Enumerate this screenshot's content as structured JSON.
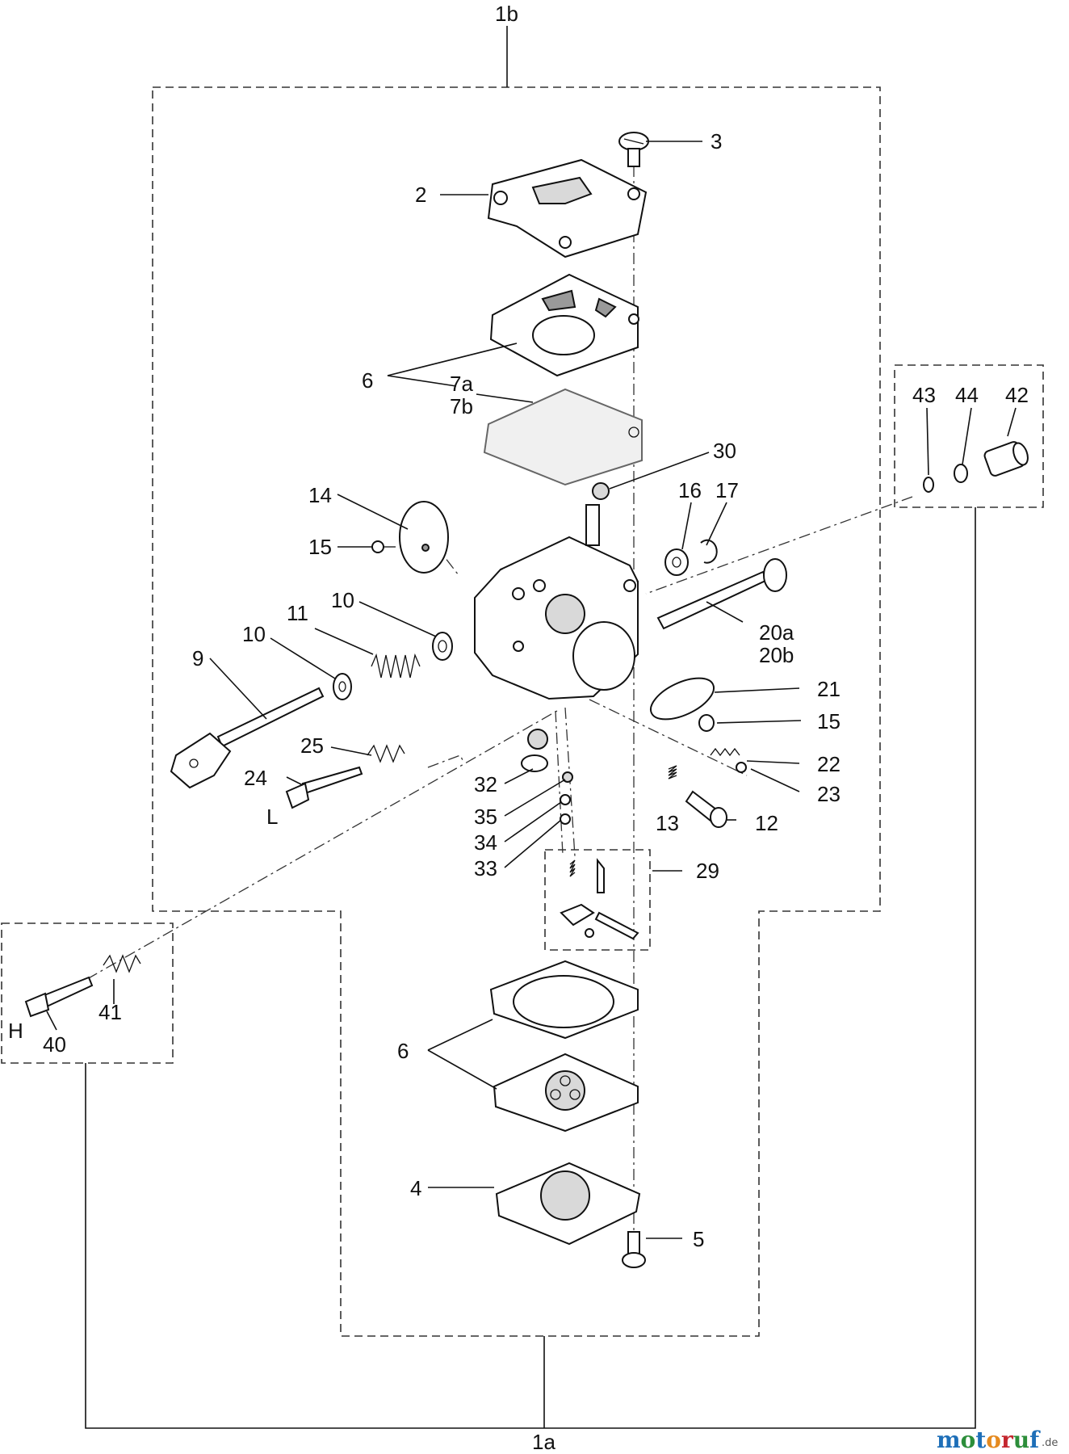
{
  "labels": {
    "g_1b": "1b",
    "g_1a": "1a",
    "p2": "2",
    "p3": "3",
    "p4": "4",
    "p5": "5",
    "p6_top": "6",
    "p6_bot": "6",
    "p7a": "7a",
    "p7b": "7b",
    "p9": "9",
    "p10a": "10",
    "p10b": "10",
    "p11": "11",
    "p12": "12",
    "p13": "13",
    "p14": "14",
    "p15a": "15",
    "p15b": "15",
    "p16": "16",
    "p17": "17",
    "p20a": "20a",
    "p20b": "20b",
    "p21": "21",
    "p22": "22",
    "p23": "23",
    "p24": "24",
    "p25": "25",
    "p29": "29",
    "p30": "30",
    "p32": "32",
    "p33": "33",
    "p34": "34",
    "p35": "35",
    "p40": "40",
    "p41": "41",
    "p42": "42",
    "p43": "43",
    "p44": "44",
    "L": "L",
    "H": "H"
  },
  "watermark": {
    "letters": [
      "m",
      "o",
      "t",
      "o",
      "r",
      "u",
      "f"
    ],
    "colors": [
      "#1e6fb8",
      "#2c8e3a",
      "#1e6fb8",
      "#e58a1f",
      "#c4262e",
      "#2c8e3a",
      "#1e6fb8"
    ],
    "suffix": ".de"
  }
}
